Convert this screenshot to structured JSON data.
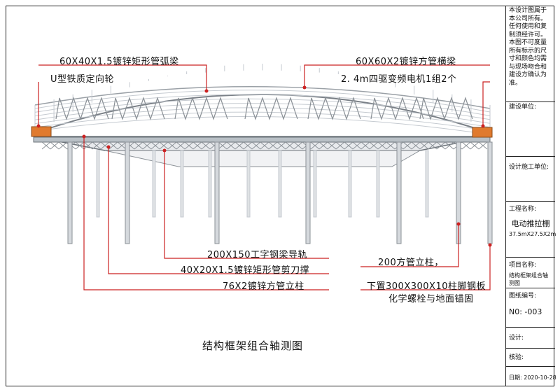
{
  "labels": {
    "arc_beam": "60X40X1.5镀锌矩形管弧梁",
    "wheel": "U型铁质定向轮",
    "cross_beam": "60X60X2镀锌方管横梁",
    "motor": "2. 4m四驱变频电机1组2个",
    "rail": "200X150工字钢梁导轨",
    "scissor": "40X20X1.5镀锌矩形管剪刀撑",
    "column76": "76X2镀锌方管立柱",
    "column200": "200方管立柱，",
    "base_plate": "下置300X300X10柱脚钢板",
    "anchor": "化学螺栓与地面锚固"
  },
  "drawing_title": "结构框架组合轴测图",
  "title_block": {
    "note": "本设计图属于本公司所有。任何使用和复制须经许可。本图不可度量所有标示的尺寸和颜色均需与现场吻合和建设方确认为准。",
    "client_label": "建设单位:",
    "contractor_label": "设计施工单位:",
    "project_label": "工程名称:",
    "project_name": "电动推拉棚",
    "project_dim": "37.5mX27.5X2m",
    "item_label": "项目名称:",
    "item_name": "结构框架组合轴测图",
    "drawing_no_label": "图纸编号:",
    "drawing_no": "N0: -003",
    "design_label": "设计:",
    "check_label": "核验:",
    "date_label": "日期:",
    "date": "2020-10-28"
  },
  "colors": {
    "leader": "#cc2222",
    "steel": "#8a9096",
    "steel_light": "#c5cad0",
    "motor": "#e07a2e"
  }
}
